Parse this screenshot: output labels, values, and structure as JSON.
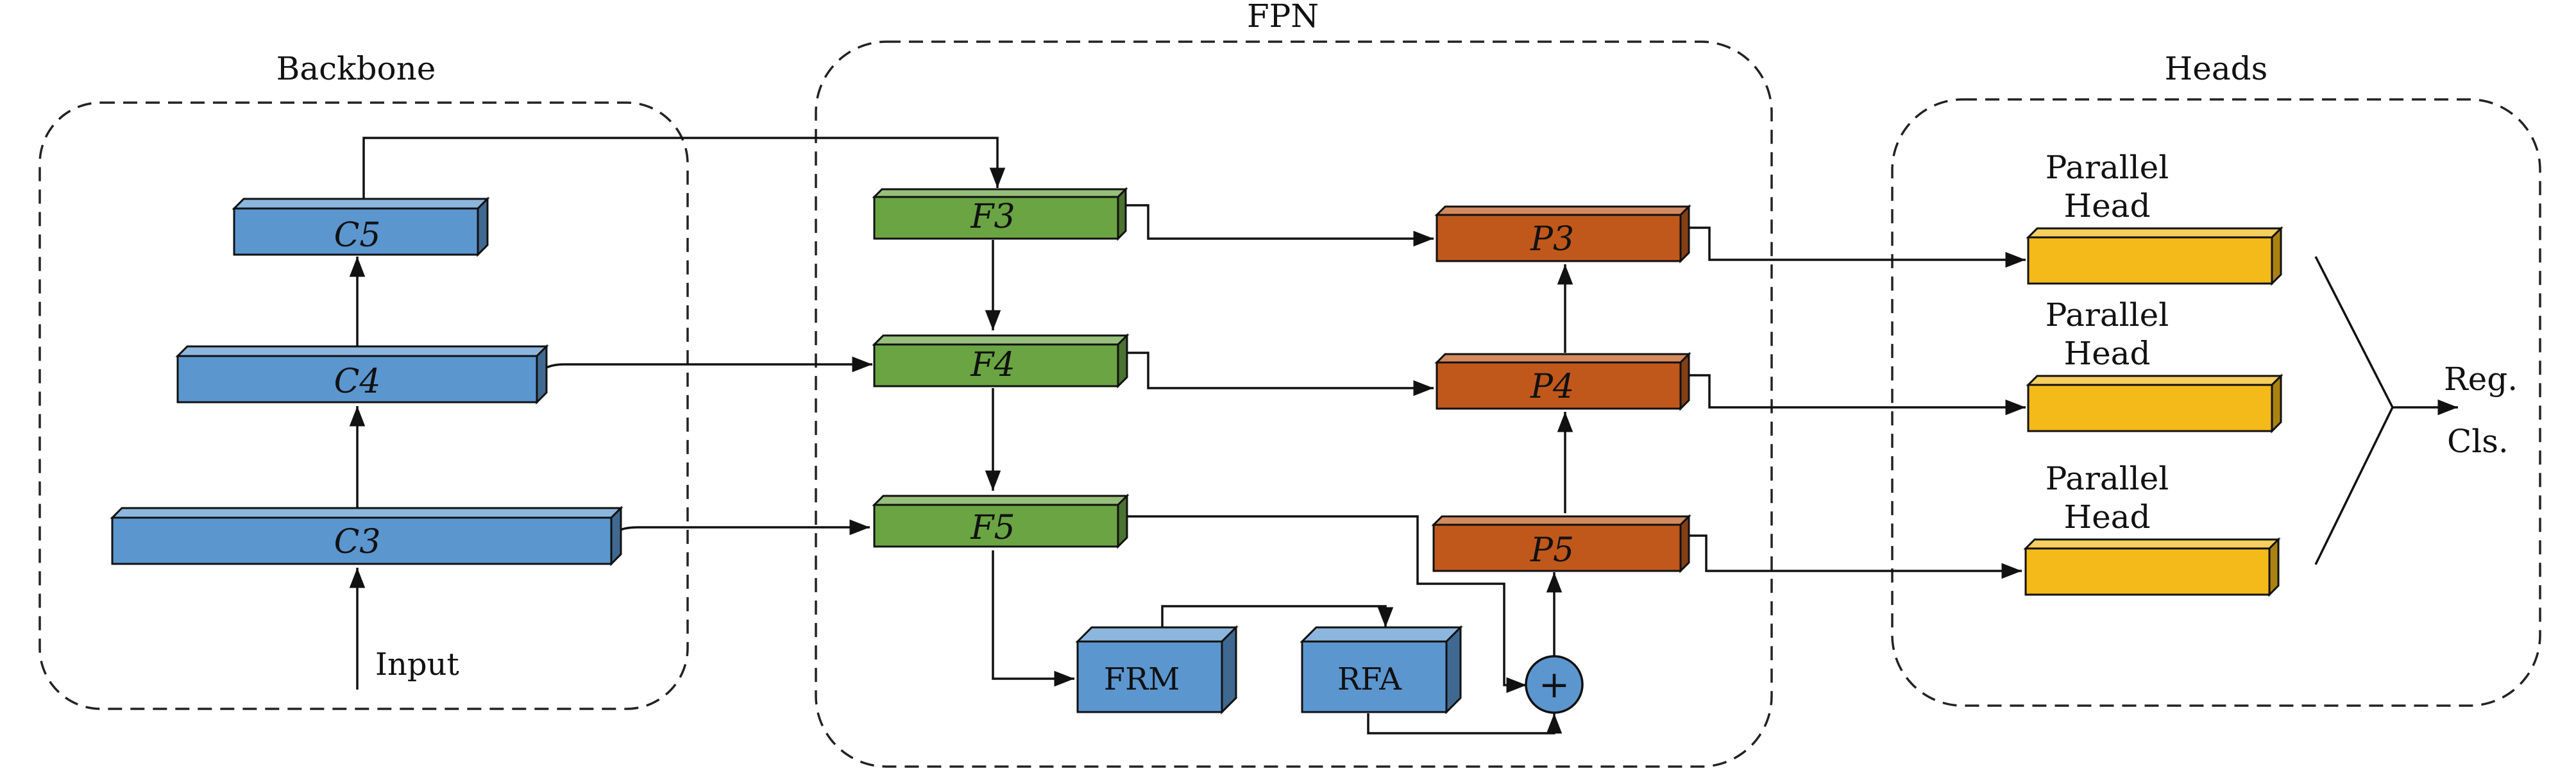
{
  "groups": {
    "backbone": "Backbone",
    "fpn": "FPN",
    "heads": "Heads"
  },
  "backbone": {
    "c5": "C5",
    "c4": "C4",
    "c3": "C3",
    "input": "Input"
  },
  "fpn": {
    "f3": "F3",
    "f4": "F4",
    "f5": "F5",
    "p3": "P3",
    "p4": "P4",
    "p5": "P5",
    "frm": "FRM",
    "rfa": "RFA",
    "plus": "+"
  },
  "heads": {
    "h1": [
      "Parallel",
      "Head"
    ],
    "h2": [
      "Parallel",
      "Head"
    ],
    "h3": [
      "Parallel",
      "Head"
    ],
    "out_reg": "Reg.",
    "out_cls": "Cls."
  },
  "colors": {
    "backbone_blue": "#5b96cf",
    "fpn_green": "#6aa443",
    "fpn_orange": "#c0581c",
    "module_blue": "#5b96cf",
    "head_yellow": "#f4ba1a"
  }
}
